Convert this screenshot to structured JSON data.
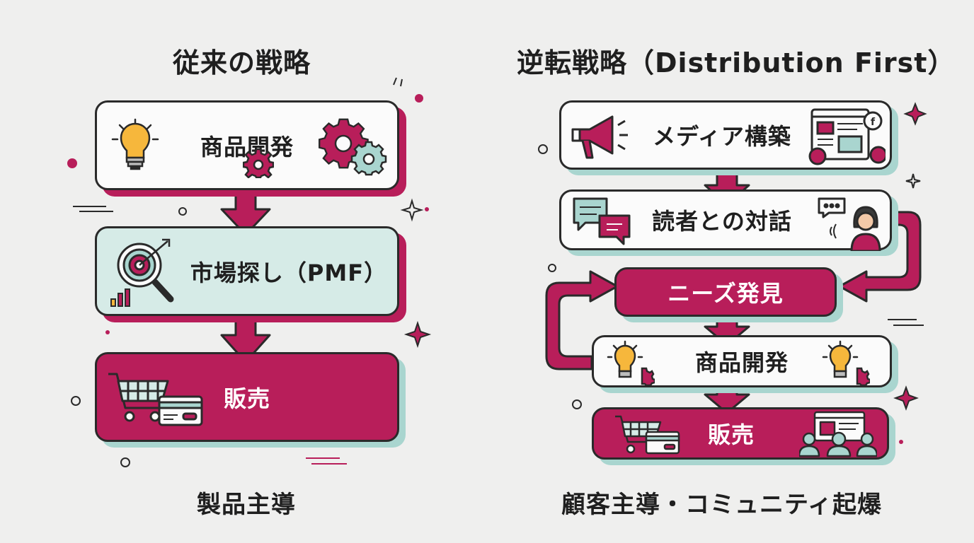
{
  "left": {
    "title": "従来の戦略",
    "steps": [
      "商品開発",
      "市場探し（PMF）",
      "販売"
    ],
    "caption": "製品主導"
  },
  "right": {
    "title": "逆転戦略（Distribution First）",
    "steps": [
      "メディア構築",
      "読者との対話",
      "ニーズ発見",
      "商品開発",
      "販売"
    ],
    "caption": "顧客主導・コミュニティ起爆"
  },
  "icons": {
    "left_step1": [
      "lightbulb-icon",
      "gear-icon",
      "gears-icon"
    ],
    "left_step2": [
      "magnifier-target-icon",
      "bar-chart-icon"
    ],
    "left_step3": [
      "shopping-cart-icon",
      "credit-card-icon"
    ],
    "right_step1": [
      "megaphone-icon",
      "social-media-dashboard-icon"
    ],
    "right_step2": [
      "chat-bubbles-icon",
      "person-speaking-icon"
    ],
    "right_step4": [
      "lightbulb-icon",
      "lightbulb-icon"
    ],
    "right_step5": [
      "shopping-cart-icon",
      "credit-card-icon",
      "audience-icon"
    ]
  },
  "colors": {
    "accent": "#b81e5a",
    "mint": "#d6ebe7",
    "teal": "#a9d5cf",
    "background": "#efefee"
  }
}
